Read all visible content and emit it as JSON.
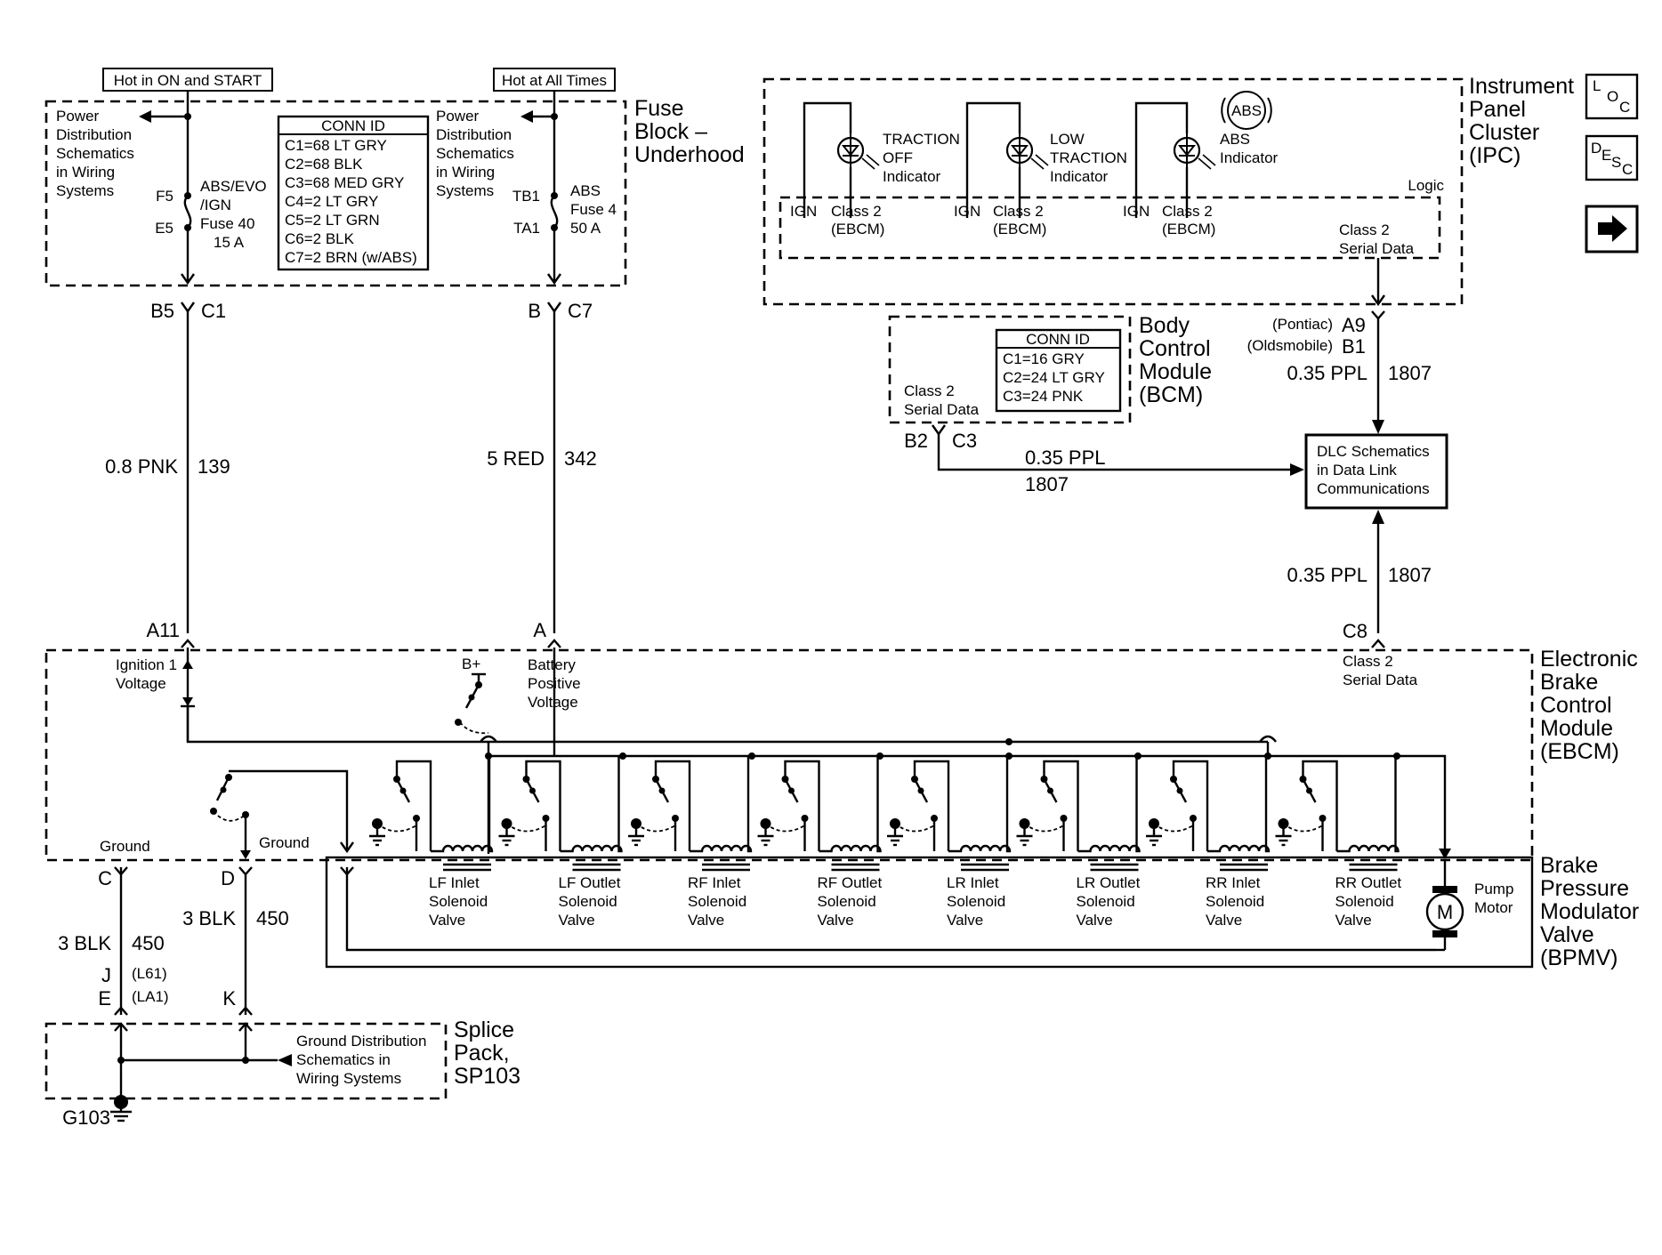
{
  "hot_on_start": "Hot in ON and START",
  "hot_all_times": "Hot at All Times",
  "fuse_block": {
    "l1": "Fuse",
    "l2": "Block –",
    "l3": "Underhood"
  },
  "pd_left": [
    "Power",
    "Distribution",
    "Schematics",
    "in Wiring",
    "Systems"
  ],
  "pd_right": [
    "Power",
    "Distribution",
    "Schematics",
    "in Wiring",
    "Systems"
  ],
  "fuse40": {
    "top_term": "F5",
    "bottom_term": "E5",
    "lines": [
      "ABS/EVO",
      "/IGN",
      "Fuse 40",
      "15 A"
    ]
  },
  "fuse4": {
    "top_term": "TB1",
    "bottom_term": "TA1",
    "lines": [
      "ABS",
      "Fuse 4",
      "50 A"
    ]
  },
  "conn_id_fuse": {
    "title": "CONN ID",
    "rows": [
      "C1=68 LT GRY",
      "C2=68 BLK",
      "C3=68 MED GRY",
      "C4=2 LT GRY",
      "C5=2 LT GRN",
      "C6=2 BLK",
      "C7=2 BRN (w/ABS)"
    ]
  },
  "conn_b5": "B5",
  "conn_c1": "C1",
  "conn_b": "B",
  "conn_c7": "C7",
  "wire_pnk": {
    "gauge": "0.8 PNK",
    "circuit": "139"
  },
  "wire_red": {
    "gauge": "5 RED",
    "circuit": "342"
  },
  "conn_a11": "A11",
  "conn_a": "A",
  "ipc": {
    "title": [
      "Instrument",
      "Panel",
      "Cluster",
      "(IPC)"
    ],
    "ind1": [
      "TRACTION",
      "OFF",
      "Indicator"
    ],
    "ind2": [
      "LOW",
      "TRACTION",
      "Indicator"
    ],
    "ind3": [
      "ABS",
      "Indicator"
    ],
    "abs_symbol": "ABS",
    "ign": "IGN",
    "class2": "Class 2",
    "ebcm_paren": "(EBCM)",
    "logic": "Logic",
    "serial1": "Class 2",
    "serial2": "Serial Data"
  },
  "nav": {
    "loc": [
      "L",
      "O",
      "C"
    ],
    "desc": [
      "D",
      "E",
      "S",
      "C"
    ],
    "arrow_icon": "right-arrow-icon"
  },
  "bcm": {
    "title": [
      "Body",
      "Control",
      "Module",
      "(BCM)"
    ],
    "conn_title": "CONN ID",
    "conn_rows": [
      "C1=16 GRY",
      "C2=24 LT GRY",
      "C3=24 PNK"
    ],
    "serial1": "Class 2",
    "serial2": "Serial Data",
    "b2": "B2",
    "c3": "C3"
  },
  "pontiac": "(Pontiac)",
  "oldsmobile": "(Oldsmobile)",
  "a9": "A9",
  "b1": "B1",
  "wire_ppl_ipc": {
    "gauge": "0.35 PPL",
    "circuit": "1807"
  },
  "wire_ppl_bcm": {
    "gauge": "0.35 PPL",
    "circuit": "1807"
  },
  "wire_ppl_ebcm": {
    "gauge": "0.35 PPL",
    "circuit": "1807"
  },
  "dlc": [
    "DLC Schematics",
    "in Data Link",
    "Communications"
  ],
  "c8": "C8",
  "ebcm": {
    "title": [
      "Electronic",
      "Brake",
      "Control",
      "Module",
      "(EBCM)"
    ],
    "ign1": [
      "Ignition 1",
      "Voltage"
    ],
    "bplus": "B+",
    "batt": [
      "Battery",
      "Positive",
      "Voltage"
    ],
    "serial": [
      "Class 2",
      "Serial Data"
    ],
    "ground1": "Ground",
    "ground2": "Ground"
  },
  "bpmv": {
    "title": [
      "Brake",
      "Pressure",
      "Modulator",
      "Valve",
      "(BPMV)"
    ],
    "valves": [
      [
        "LF Inlet",
        "Solenoid",
        "Valve"
      ],
      [
        "LF Outlet",
        "Solenoid",
        "Valve"
      ],
      [
        "RF Inlet",
        "Solenoid",
        "Valve"
      ],
      [
        "RF Outlet",
        "Solenoid",
        "Valve"
      ],
      [
        "LR Inlet",
        "Solenoid",
        "Valve"
      ],
      [
        "LR Outlet",
        "Solenoid",
        "Valve"
      ],
      [
        "RR Inlet",
        "Solenoid",
        "Valve"
      ],
      [
        "RR Outlet",
        "Solenoid",
        "Valve"
      ]
    ],
    "motor_symbol": "M",
    "pump": [
      "Pump",
      "Motor"
    ]
  },
  "conn_c": "C",
  "conn_d": "D",
  "wire_blk_left": {
    "gauge": "3 BLK",
    "circuit": "450"
  },
  "wire_blk_right": {
    "gauge": "3 BLK",
    "circuit": "450"
  },
  "conn_j": "J",
  "conn_e": "E",
  "l61": "(L61)",
  "la1": "(LA1)",
  "conn_k": "K",
  "splice": {
    "title": [
      "Splice",
      "Pack,",
      "SP103"
    ],
    "gd": [
      "Ground Distribution",
      "Schematics in",
      "Wiring Systems"
    ]
  },
  "g103": "G103"
}
